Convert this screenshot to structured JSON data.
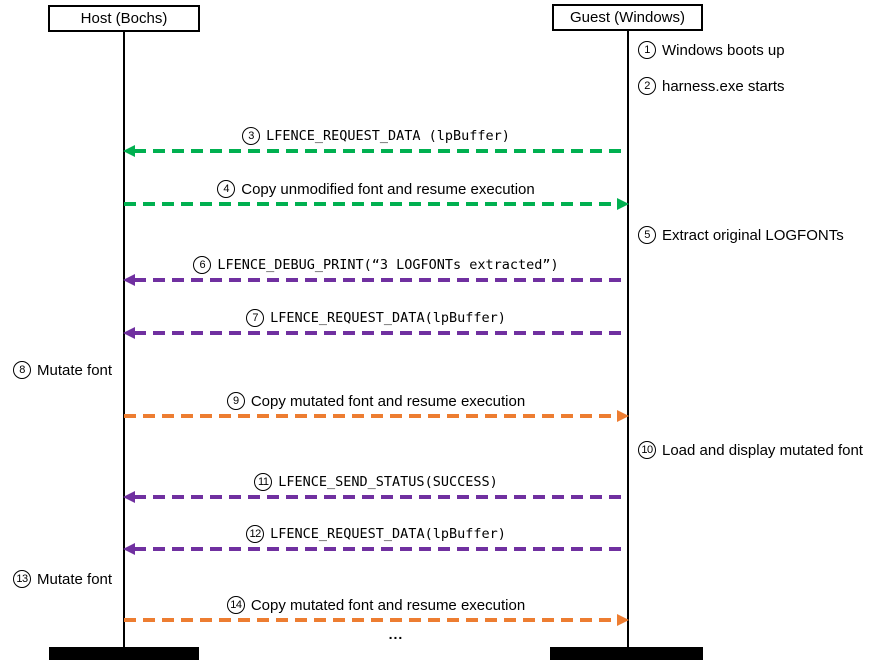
{
  "diagram": {
    "actors": {
      "host": {
        "label": "Host (Bochs)"
      },
      "guest": {
        "label": "Guest (Windows)"
      }
    },
    "colors": {
      "green": "#00B050",
      "purple": "#7030A0",
      "orange": "#ED7D31",
      "line": "#000000"
    },
    "arrows": [
      {
        "num": "3",
        "label": "LFENCE_REQUEST_DATA (lpBuffer)",
        "color": "#00B050",
        "direction": "guest-to-host",
        "style": "mono"
      },
      {
        "num": "4",
        "label": "Copy unmodified font and resume execution",
        "color": "#00B050",
        "direction": "host-to-guest",
        "style": "sans"
      },
      {
        "num": "6",
        "label": "LFENCE_DEBUG_PRINT(“3 LOGFONTs extracted”)",
        "color": "#7030A0",
        "direction": "guest-to-host",
        "style": "mono"
      },
      {
        "num": "7",
        "label": "LFENCE_REQUEST_DATA(lpBuffer)",
        "color": "#7030A0",
        "direction": "guest-to-host",
        "style": "mono"
      },
      {
        "num": "9",
        "label": "Copy mutated font and resume execution",
        "color": "#ED7D31",
        "direction": "host-to-guest",
        "style": "sans"
      },
      {
        "num": "11",
        "label": "LFENCE_SEND_STATUS(SUCCESS)",
        "color": "#7030A0",
        "direction": "guest-to-host",
        "style": "mono"
      },
      {
        "num": "12",
        "label": "LFENCE_REQUEST_DATA(lpBuffer)",
        "color": "#7030A0",
        "direction": "guest-to-host",
        "style": "mono"
      },
      {
        "num": "14",
        "label": "Copy mutated font and resume execution",
        "color": "#ED7D31",
        "direction": "host-to-guest",
        "style": "sans"
      }
    ],
    "guest_notes": [
      {
        "num": "1",
        "label": "Windows boots up"
      },
      {
        "num": "2",
        "label": "harness.exe starts"
      },
      {
        "num": "5",
        "label": "Extract original LOGFONTs"
      },
      {
        "num": "10",
        "label": "Load and display mutated font"
      }
    ],
    "host_notes": [
      {
        "num": "8",
        "label": "Mutate font"
      },
      {
        "num": "13",
        "label": "Mutate font"
      }
    ],
    "continuation": "..."
  }
}
